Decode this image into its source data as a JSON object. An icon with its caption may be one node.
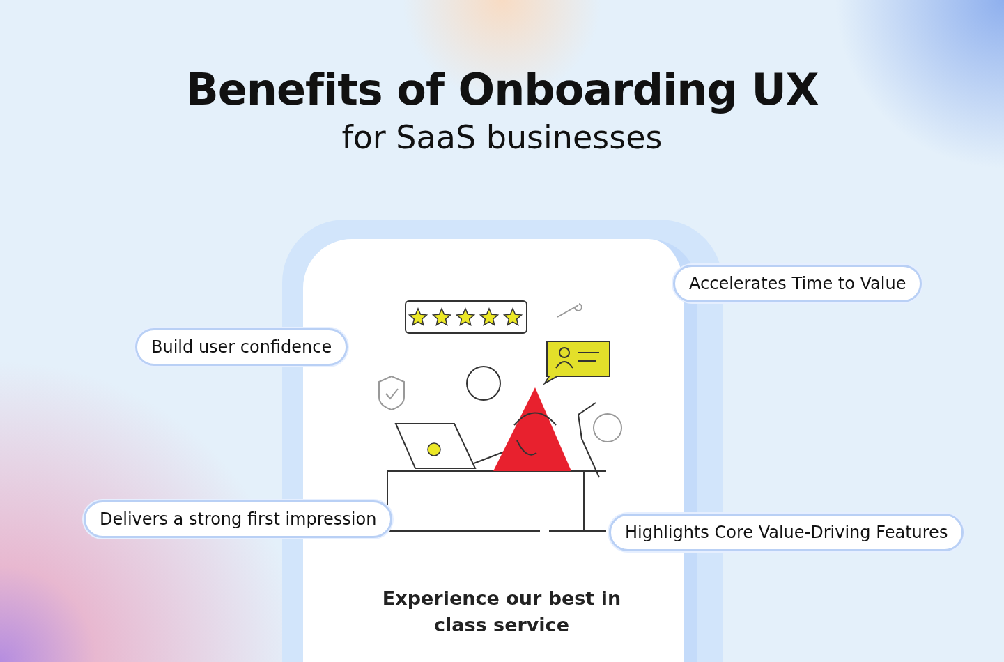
{
  "diagram": {
    "title": "Benefits of Onboarding UX",
    "nodes": [
      {
        "text": [
          "Accelerates Time to Value"
        ]
      },
      {
        "text": [
          "Build user confidence"
        ]
      },
      {
        "text": [
          "Delivers a strong first impression"
        ]
      },
      {
        "text": [
          "Highlights Core Value-Driving Features"
        ]
      }
    ],
    "labels": [
      "for SaaS businesses",
      "Experience our best in class service"
    ]
  }
}
